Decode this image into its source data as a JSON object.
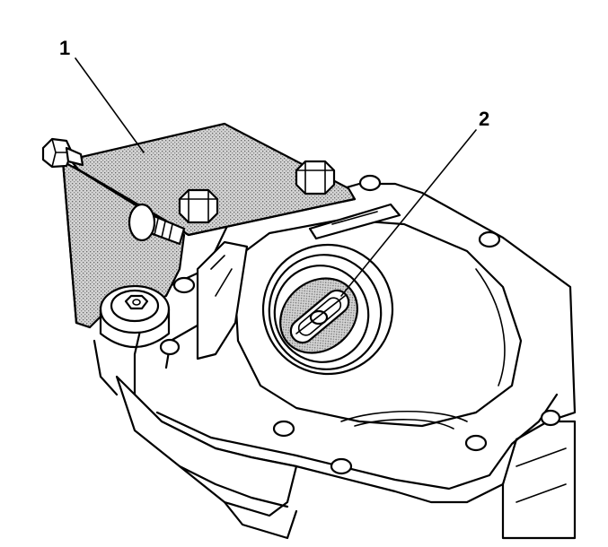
{
  "callouts": [
    {
      "id": "1",
      "label": "1"
    },
    {
      "id": "2",
      "label": "2"
    }
  ],
  "colors": {
    "line": "#000000",
    "background": "#ffffff",
    "shading": "#bdbdbd"
  }
}
